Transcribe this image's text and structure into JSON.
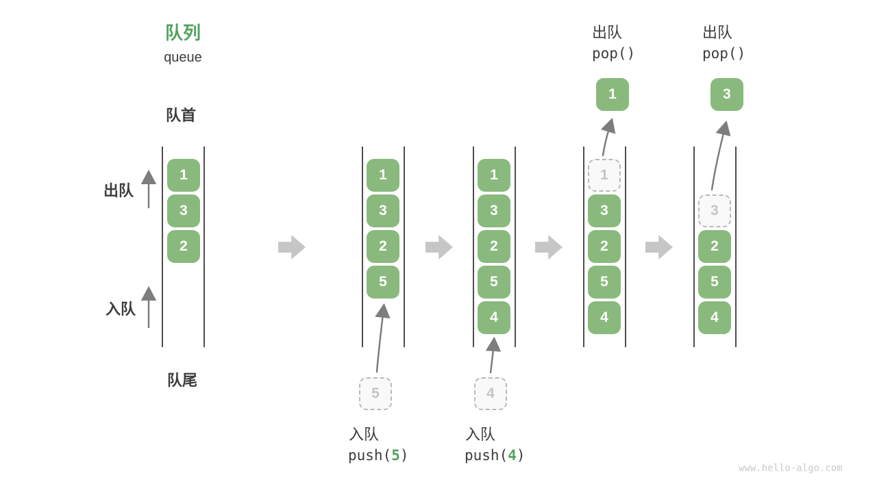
{
  "title": {
    "zh": "队列",
    "en": "queue"
  },
  "side_labels": {
    "front": "队首",
    "rear": "队尾",
    "dequeue": "出队",
    "enqueue": "入队"
  },
  "states": [
    {
      "name": "initial",
      "boxes": [
        "1",
        "3",
        "2"
      ]
    },
    {
      "name": "after-push-5",
      "boxes": [
        "1",
        "3",
        "2",
        "5"
      ],
      "incoming": "5"
    },
    {
      "name": "after-push-4",
      "boxes": [
        "1",
        "3",
        "2",
        "5",
        "4"
      ],
      "incoming": "4"
    },
    {
      "name": "after-pop-1",
      "boxes": [
        "3",
        "2",
        "5",
        "4"
      ],
      "ghost": "1",
      "popped": "1"
    },
    {
      "name": "after-pop-3",
      "boxes": [
        "2",
        "5",
        "4"
      ],
      "ghost": "3",
      "popped": "3"
    }
  ],
  "ops": {
    "push_a": {
      "name": "入队",
      "fn": "push(",
      "arg": "5",
      "close": ")"
    },
    "push_b": {
      "name": "入队",
      "fn": "push(",
      "arg": "4",
      "close": ")"
    },
    "pop_a": {
      "name": "出队",
      "fn": "pop()"
    },
    "pop_b": {
      "name": "出队",
      "fn": "pop()"
    }
  },
  "colors": {
    "element_green": "#8ab97e",
    "accent_green": "#52a35c",
    "text_dark": "#3c3c3c",
    "gray_arrow": "#c6c6c6"
  },
  "watermark": "www.hello-algo.com"
}
